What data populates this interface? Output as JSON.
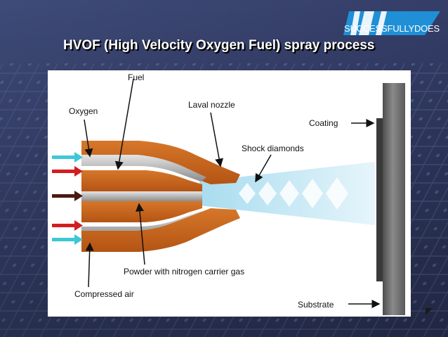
{
  "slide": {
    "title": "HVOF (High Velocity Oxygen Fuel) spray process",
    "logo_text": "SUCCESSFULLYDOES"
  },
  "diagram": {
    "labels": {
      "fuel": "Fuel",
      "oxygen": "Oxygen",
      "laval_nozzle": "Laval nozzle",
      "coating": "Coating",
      "shock_diamonds": "Shock diamonds",
      "powder": "Powder with nitrogen carrier gas",
      "compressed_air": "Compressed air",
      "substrate": "Substrate"
    }
  },
  "colors": {
    "background": "#3a4470",
    "nozzle_copper": "#c8641c",
    "flame": "#bfe6f2",
    "oxygen_arrow": "#3dc8d8",
    "fuel_arrow": "#d21e1e",
    "powder_arrow": "#4a1a10",
    "substrate": "#6e6e6e"
  }
}
